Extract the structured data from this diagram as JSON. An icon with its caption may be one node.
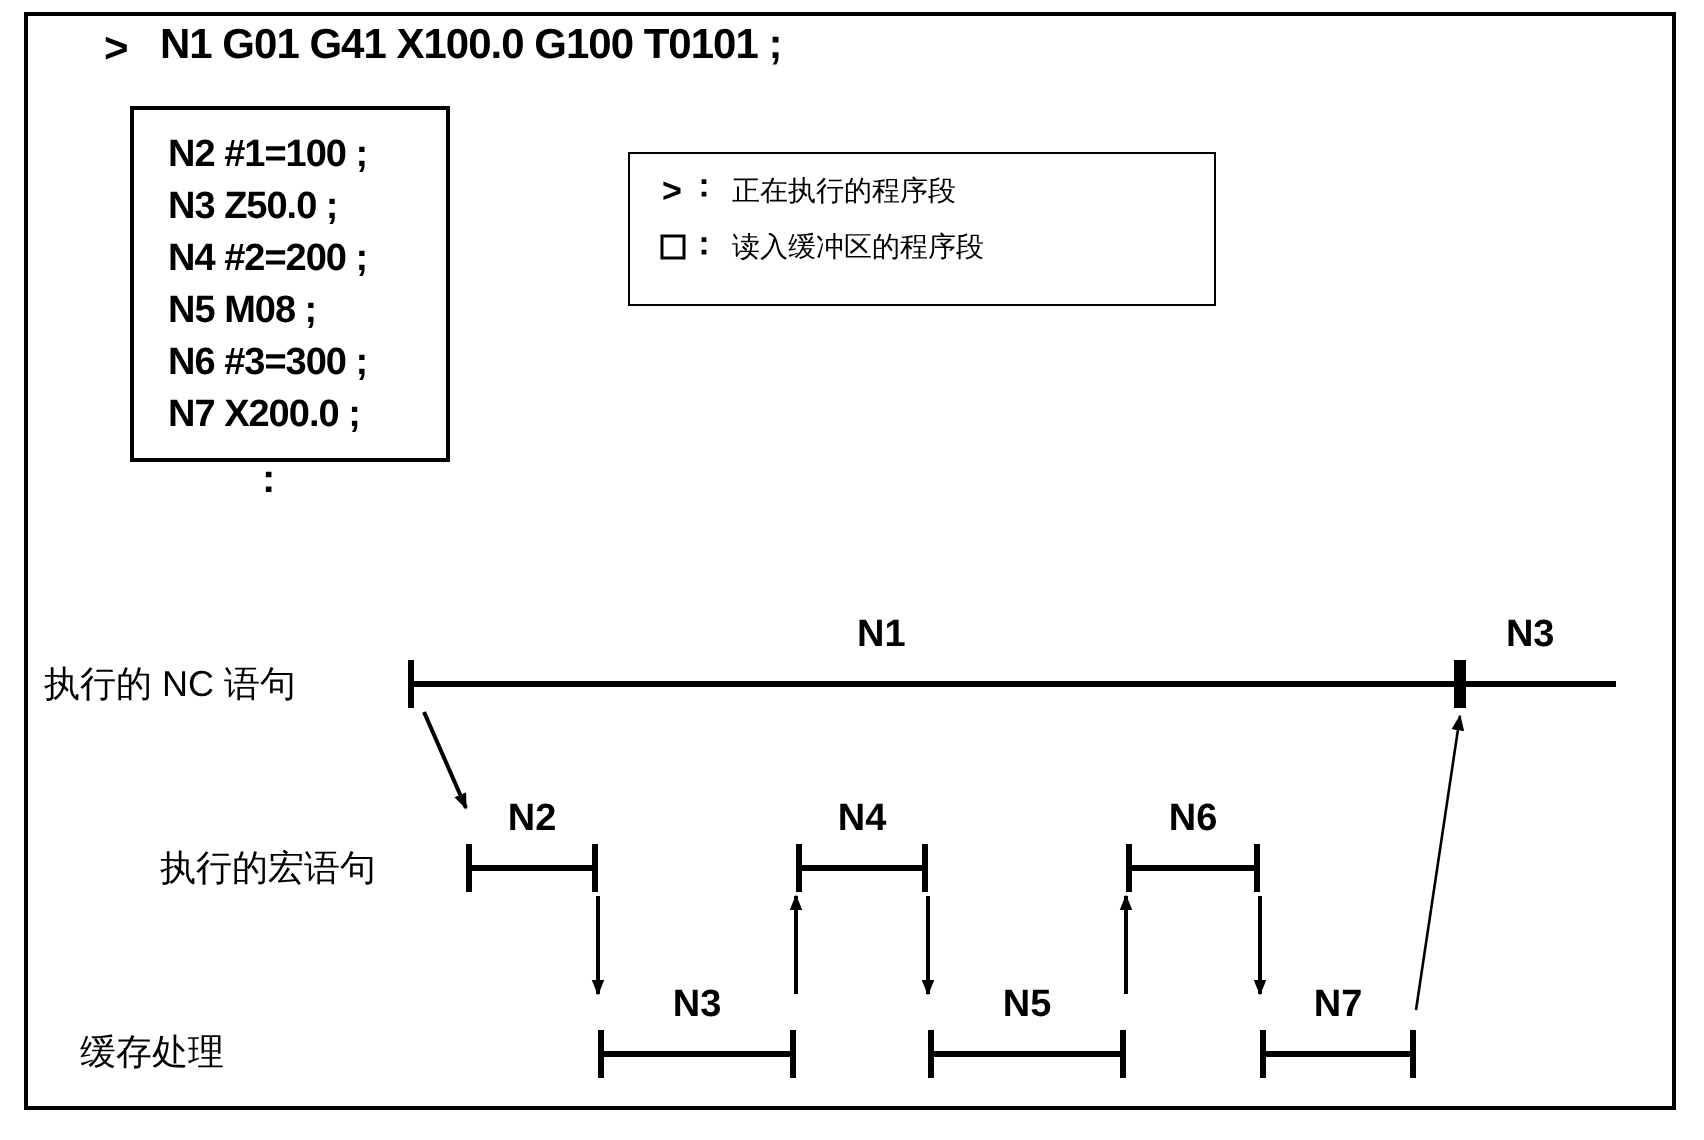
{
  "diagram": {
    "nodes": [
      {
        "text": [
          "N1"
        ]
      },
      {
        "text": [
          "N3"
        ]
      },
      {
        "text": [
          "N2"
        ]
      },
      {
        "text": [
          "N4"
        ]
      },
      {
        "text": [
          "N6"
        ]
      },
      {
        "text": [
          "N3"
        ]
      },
      {
        "text": [
          "N5"
        ]
      },
      {
        "text": [
          "N7"
        ]
      },
      {
        "text": [
          "N2 #1=100 ;",
          "N3 Z50.0 ;",
          "N4 #2=200 ;",
          "N5 M08 ;",
          "N6 #3=300 ;",
          "N7 X200.0 ;"
        ]
      }
    ],
    "edges": [
      {
        "from": 0,
        "to": 2,
        "arrow": "to"
      },
      {
        "from": 2,
        "to": 5,
        "arrow": "to"
      },
      {
        "from": 5,
        "to": 3,
        "arrow": "to"
      },
      {
        "from": 3,
        "to": 6,
        "arrow": "to"
      },
      {
        "from": 6,
        "to": 4,
        "arrow": "to"
      },
      {
        "from": 4,
        "to": 7,
        "arrow": "to"
      },
      {
        "from": 7,
        "to": 1,
        "arrow": "to"
      }
    ],
    "labels": [
      ">",
      "N1 G01 G41 X100.0 G100 T0101 ;",
      ":",
      ">",
      "：",
      "：",
      "执行的 NC 语句",
      "执行的宏语句",
      "缓存处理"
    ],
    "legend": [
      {
        "text": "正在执行的程序段"
      },
      {
        "text": "读入缓冲区的程序段"
      }
    ]
  }
}
